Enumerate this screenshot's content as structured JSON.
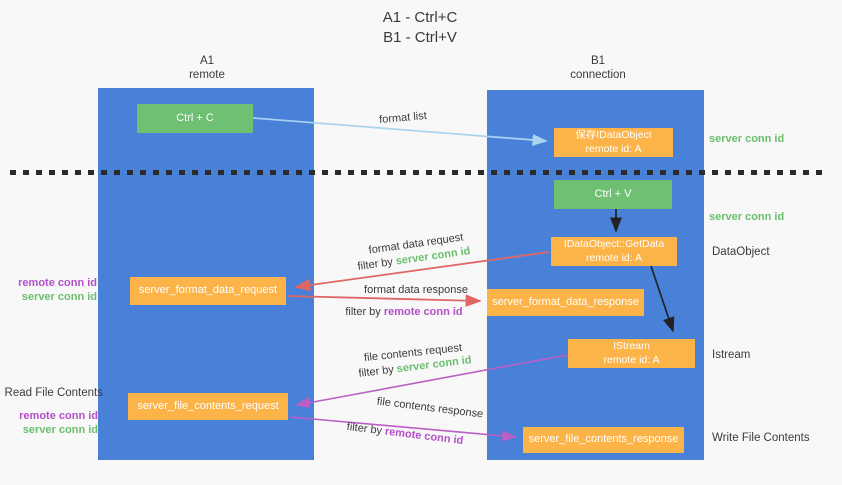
{
  "title": {
    "line1": "A1 - Ctrl+C",
    "line2": "B1 - Ctrl+V"
  },
  "columns": {
    "left": {
      "name": "A1",
      "subtitle": "remote"
    },
    "right": {
      "name": "B1",
      "subtitle": "connection"
    }
  },
  "boxes": {
    "ctrl_c": {
      "label": "Ctrl + C"
    },
    "ctrl_v": {
      "label": "Ctrl + V"
    },
    "save_idataobject": {
      "line1": "保存IDataObject",
      "line2": "remote id: A"
    },
    "getdata": {
      "line1": "IDataObject::GetData",
      "line2": "remote id: A"
    },
    "istream": {
      "line1": "IStream",
      "line2": "remote id: A"
    },
    "server_format_data_request": {
      "label": "server_format_data_request"
    },
    "server_format_data_response": {
      "label": "server_format_data_response"
    },
    "server_file_contents_request": {
      "label": "server_file_contents_request"
    },
    "server_file_contents_response": {
      "label": "server_file_contents_response"
    }
  },
  "edge_labels": {
    "format_list": "format list",
    "format_data_request": "format data request",
    "format_data_response": "format data response",
    "file_contents_request": "file contents request",
    "file_contents_response": "file contents response",
    "filter_by": "filter by",
    "server_conn_id": "server conn id",
    "remote_conn_id": "remote conn id"
  },
  "side_labels": {
    "remote_conn_id": "remote conn id",
    "server_conn_id": "server conn id",
    "read_file_contents": "Read File Contents",
    "data_object": "DataObject",
    "istream": "Istream",
    "write_file_contents": "Write File Contents"
  },
  "colors": {
    "background": "#f8f8f8",
    "panel_blue": "#4a81d8",
    "box_green": "#70c073",
    "box_orange": "#fcb347",
    "accent_green": "#6abf6e",
    "accent_purple": "#b44fc8",
    "arrow_red": "#e06666",
    "arrow_purple": "#bb5fc7",
    "arrow_light_blue": "#a9d4f1",
    "arrow_black": "#222222",
    "text_dark": "#3b3b3b"
  }
}
